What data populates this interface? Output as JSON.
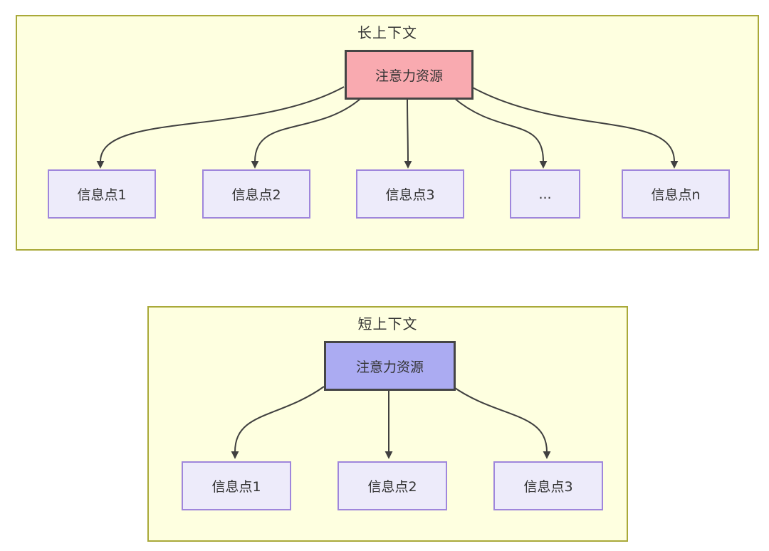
{
  "diagrams": {
    "long": {
      "title": "长上下文",
      "source_label": "注意力资源",
      "source_fill": "#f9aab0",
      "targets": [
        "信息点1",
        "信息点2",
        "信息点3",
        "...",
        "信息点n"
      ]
    },
    "short": {
      "title": "短上下文",
      "source_label": "注意力资源",
      "source_fill": "#ababf2",
      "targets": [
        "信息点1",
        "信息点2",
        "信息点3"
      ]
    }
  },
  "colors": {
    "container_fill": "#feffe0",
    "container_border": "#a9a939",
    "node_border": "#454545",
    "info_fill": "#edebfa",
    "info_border": "#9f86dc",
    "arrow": "#404040",
    "text": "#333333"
  }
}
